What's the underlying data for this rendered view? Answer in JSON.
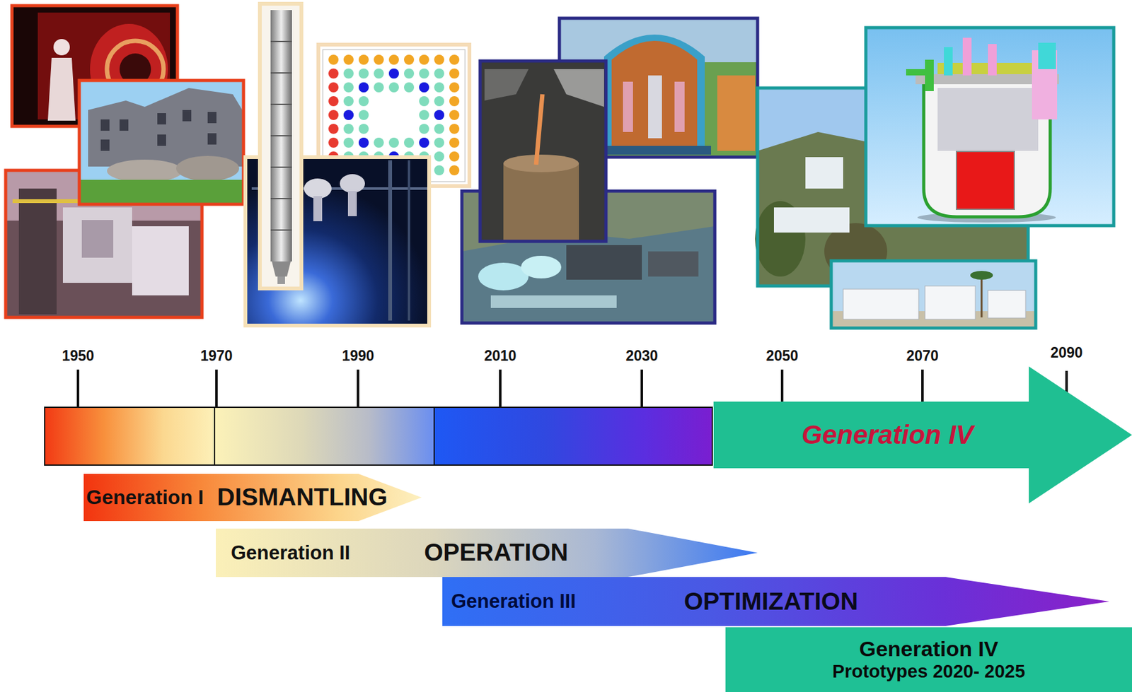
{
  "diagram": {
    "nodes": [
      {
        "text": [
          "Generation IV"
        ]
      },
      {
        "text": [
          "Generation I",
          "DISMANTLING"
        ]
      },
      {
        "text": [
          "Generation II",
          "OPERATION"
        ]
      },
      {
        "text": [
          "Generation III",
          "OPTIMIZATION"
        ]
      },
      {
        "text": [
          "Generation IV",
          "Prototypes 2020- 2025"
        ]
      }
    ],
    "labels": [
      "1950",
      "1970",
      "1990",
      "2010",
      "2030",
      "2050",
      "2070",
      "2090"
    ]
  }
}
